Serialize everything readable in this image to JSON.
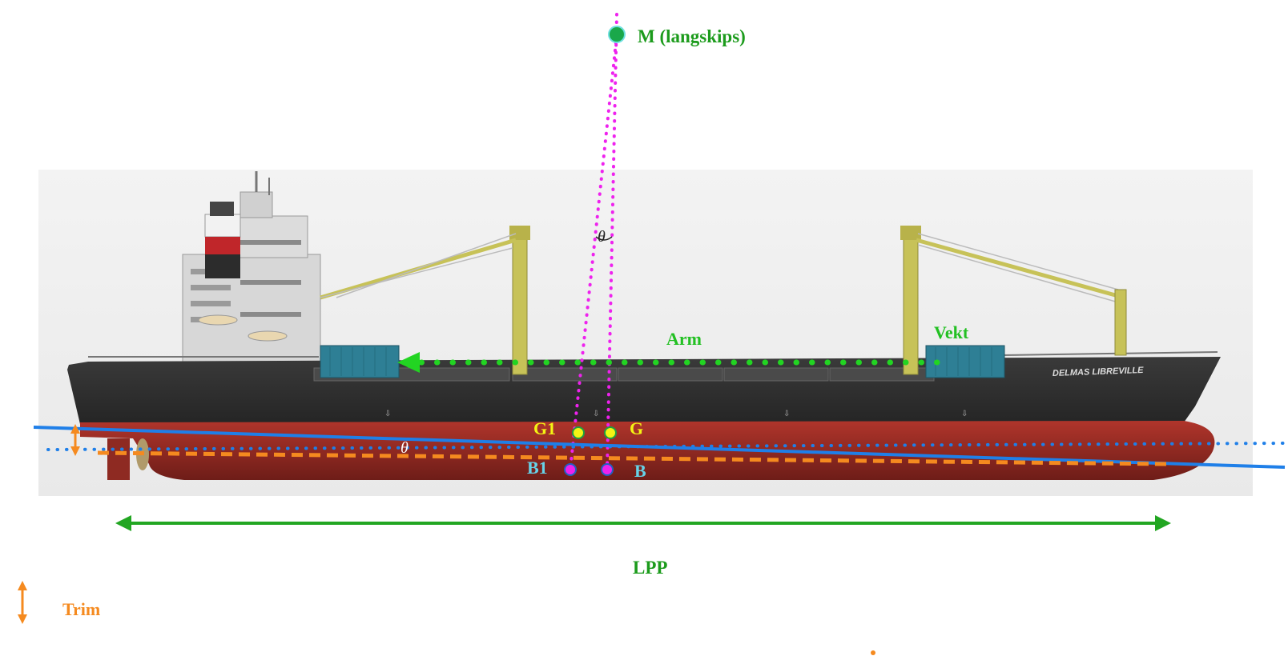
{
  "labels": {
    "metacenter": "M (langskips)",
    "arm": "Arm",
    "weight": "Vekt",
    "g1": "G1",
    "g": "G",
    "b1": "B1",
    "b": "B",
    "lpp": "LPP",
    "trim": "Trim",
    "theta_top": "θ",
    "theta_water": "θ",
    "ship_name": "DELMAS LIBREVILLE"
  },
  "colors": {
    "label_green": "#1c9b1c",
    "arrow_green": "#22b022",
    "dot_green": "#22d422",
    "magenta": "#ee22ee",
    "yellow": "#f4f414",
    "cyan_label": "#66d2e8",
    "orange": "#f58a1f",
    "blue_line": "#1f7fe8",
    "hull_red": "#9a2a22",
    "hull_dark": "#2d2d2d",
    "crane_yellow": "#c9c45c",
    "container_teal": "#2e7f95"
  },
  "icons": {
    "trim_arrow": "double-vertical-arrow-icon",
    "lpp_arrow": "double-horizontal-arrow-icon",
    "arm_arrow": "arrowhead-left-icon"
  }
}
